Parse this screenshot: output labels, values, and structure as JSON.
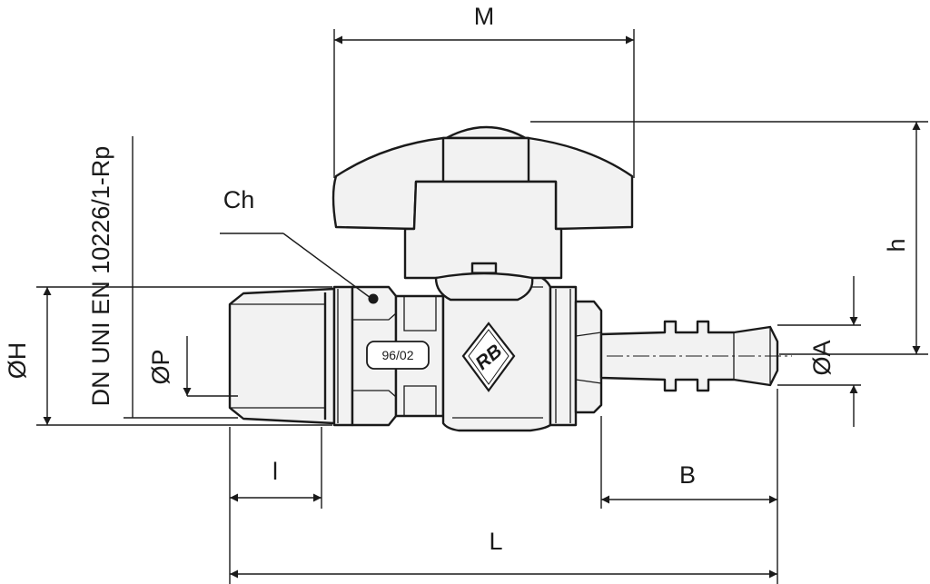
{
  "labels": {
    "M": "M",
    "h": "h",
    "Ch": "Ch",
    "dia_H": "ØH",
    "dia_P": "ØP",
    "dia_A": "ØA",
    "standard": "DN UNI EN 10226/1-Rp",
    "l": "l",
    "B": "B",
    "L": "L",
    "badge": "96/02",
    "logo": "RB"
  },
  "colors": {
    "line": "#1a1a1a",
    "fill": "#f2f2f2",
    "background": "#ffffff"
  }
}
